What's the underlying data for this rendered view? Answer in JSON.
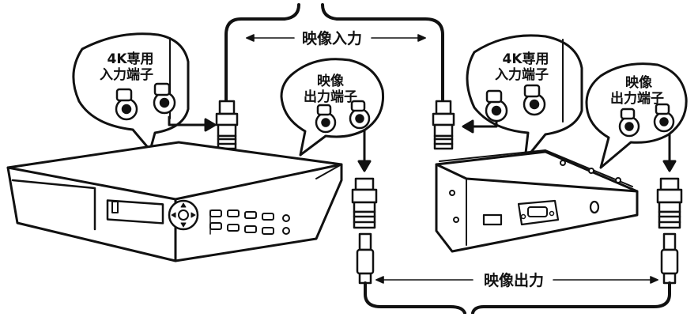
{
  "labels": {
    "video_input": "映像入力",
    "video_output": "映像出力",
    "left_bubble_4k": [
      "4K専用",
      "入力端子"
    ],
    "left_bubble_out": [
      "映像",
      "出力端子"
    ],
    "right_bubble_4k": [
      "4K専用",
      "入力端子"
    ],
    "right_bubble_out": [
      "映像",
      "出力端子"
    ]
  },
  "colors": {
    "line": "#111111",
    "background": "#ffffff"
  },
  "icons": [
    "recorder-device",
    "converter-box",
    "bnc-connector",
    "rca-plug",
    "arrow-icon",
    "speech-bubble"
  ]
}
